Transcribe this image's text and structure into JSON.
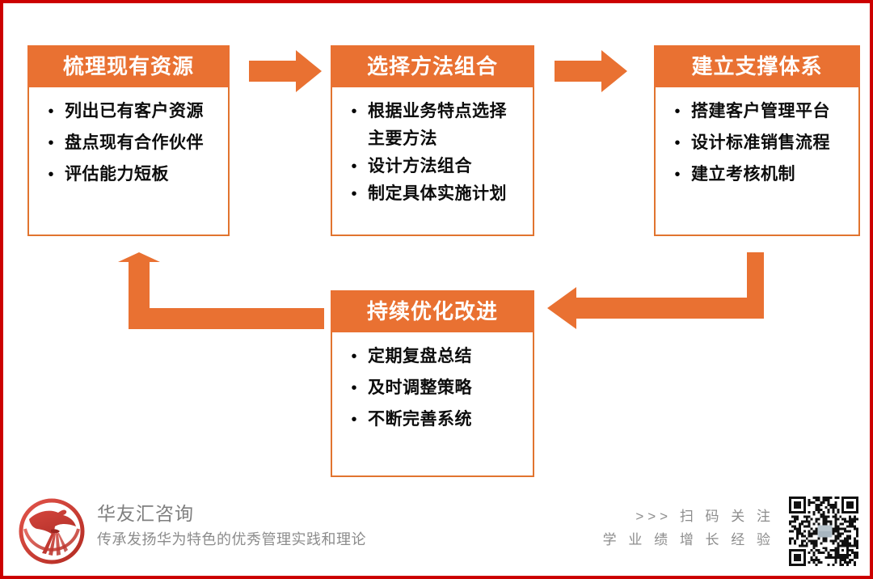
{
  "theme": {
    "accent": "#e97132",
    "accent_border": "#e1742f",
    "frame_border": "#cc0000",
    "text": "#0d0d0d",
    "muted": "#8c8c8c",
    "logo_red": "#c0392b"
  },
  "diagram": {
    "type": "cycle-flow",
    "boxes": [
      {
        "id": "box-1",
        "title": "梳理现有资源",
        "items": [
          {
            "bullet": "•",
            "text": "列出已有客户资源"
          },
          {
            "bullet": "•",
            "text": "盘点现有合作伙伴"
          },
          {
            "bullet": "•",
            "text": "评估能力短板"
          }
        ]
      },
      {
        "id": "box-2",
        "title": "选择方法组合",
        "items": [
          {
            "bullet": "•",
            "text": "根据业务特点选择"
          },
          {
            "bullet": "",
            "text": "主要方法"
          },
          {
            "bullet": "•",
            "text": "设计方法组合"
          },
          {
            "bullet": "•",
            "text": "制定具体实施计划"
          }
        ]
      },
      {
        "id": "box-3",
        "title": "建立支撑体系",
        "items": [
          {
            "bullet": "•",
            "text": "搭建客户管理平台"
          },
          {
            "bullet": "•",
            "text": "设计标准销售流程"
          },
          {
            "bullet": "•",
            "text": "建立考核机制"
          }
        ]
      },
      {
        "id": "box-4",
        "title": "持续优化改进",
        "items": [
          {
            "bullet": "•",
            "text": "定期复盘总结"
          },
          {
            "bullet": "•",
            "text": "及时调整策略"
          },
          {
            "bullet": "•",
            "text": "不断完善系统"
          }
        ]
      }
    ],
    "connectors": [
      {
        "id": "arrow-1-to-2",
        "icon": "arrow-right-icon",
        "direction": "right"
      },
      {
        "id": "arrow-2-to-3",
        "icon": "arrow-right-icon",
        "direction": "right"
      },
      {
        "id": "arrow-3-to-4",
        "icon": "elbow-arrow-left-icon",
        "direction": "down-left"
      },
      {
        "id": "arrow-4-to-1",
        "icon": "elbow-arrow-up-icon",
        "direction": "left-up"
      }
    ]
  },
  "footer": {
    "logo_icon": "phoenix-circle-logo",
    "brand_name": "华友汇咨询",
    "brand_slogan": "传承发扬华为特色的优秀管理实践和理论",
    "cta_line_1": ">>>  扫 码 关 注",
    "cta_line_2": "学 业 绩 增 长 经 验",
    "qr_icon": "qr-code-icon"
  }
}
